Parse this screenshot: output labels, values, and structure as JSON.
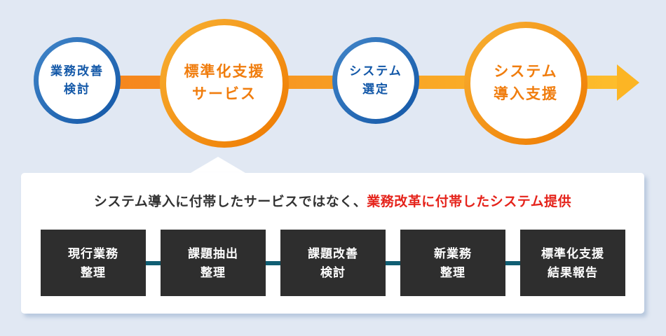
{
  "flow": {
    "steps": [
      {
        "line1": "業務改善",
        "line2": "検討"
      },
      {
        "line1": "標準化支援",
        "line2": "サービス"
      },
      {
        "line1": "システム",
        "line2": "選定"
      },
      {
        "line1": "システム",
        "line2": "導入支援"
      }
    ]
  },
  "panel": {
    "headline_normal": "システム導入に付帯したサービスではなく、",
    "headline_highlight": "業務改革に付帯したシステム提供",
    "boxes": [
      {
        "line1": "現行業務",
        "line2": "整理"
      },
      {
        "line1": "課題抽出",
        "line2": "整理"
      },
      {
        "line1": "課題改善",
        "line2": "検討"
      },
      {
        "line1": "新業務",
        "line2": "整理"
      },
      {
        "line1": "標準化支援",
        "line2": "結果報告"
      }
    ]
  },
  "colors": {
    "background": "#e1e8f3",
    "blue_ring": "#1256a6",
    "blue_text": "#1358a8",
    "orange_ring": "#ee7800",
    "orange_text": "#f07d0e",
    "arrow_start": "#f5821c",
    "arrow_end": "#fdbd2c",
    "headline_text": "#333333",
    "headline_highlight": "#e5231b",
    "box_background": "#2e2e2e",
    "box_text": "#ffffff",
    "connector": "#115e73",
    "panel_background": "#ffffff"
  }
}
